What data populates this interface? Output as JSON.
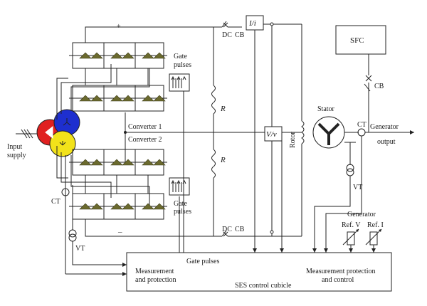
{
  "labels": {
    "input_supply_1": "Input",
    "input_supply_2": "supply",
    "gate_pulses_top_1": "Gate",
    "gate_pulses_top_2": "pulses",
    "gate_pulses_bot_1": "Gate",
    "gate_pulses_bot_2": "pulses",
    "converter_1": "Converter 1",
    "converter_2": "Converter 2",
    "plus": "+",
    "minus": "–",
    "dc_top": "DC",
    "cb_top": "CB",
    "dc_bot": "DC",
    "cb_bot": "CB",
    "r_top": "R",
    "r_bot": "R",
    "i_over_i": "I/i",
    "v_over_v": "V/v",
    "rotor": "Rotor",
    "stator": "Stator",
    "ct_left": "CT",
    "vt_left": "VT",
    "ct_right": "CT",
    "vt_right": "VT",
    "sfc": "SFC",
    "cb_sfc": "CB",
    "generator_output_1": "Generator",
    "generator_output_2": "output",
    "generator_ref": "Generator",
    "ref_v": "Ref. V",
    "ref_i": "Ref. I",
    "gate_pulses_cubicle": "Gate pulses",
    "measurement_protection_1": "Measurement",
    "measurement_protection_2": "and protection",
    "meas_prot_control_1": "Measurement protection",
    "meas_prot_control_2": "and control",
    "ses_cubicle": "SES control cubicle"
  },
  "colors": {
    "phase_a": "#e02020",
    "phase_b": "#1e2fcf",
    "phase_c": "#f2e21a",
    "thyristor": "#6b6a2e"
  }
}
